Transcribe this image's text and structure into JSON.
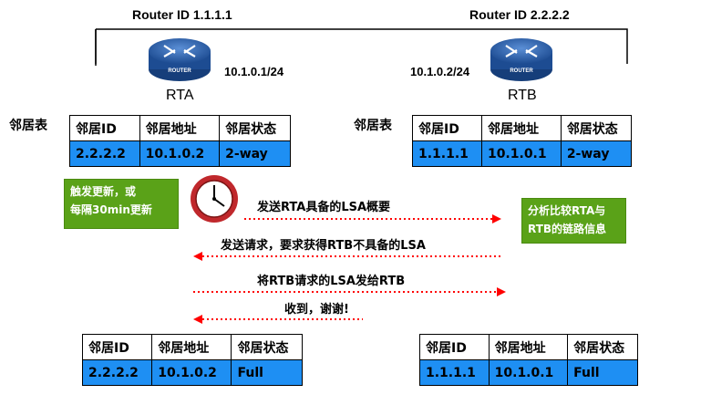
{
  "routers": [
    {
      "router_id": "Router ID 1.1.1.1",
      "name": "RTA",
      "ip": "10.1.0.1/24",
      "icon_label": "ROUTER"
    },
    {
      "router_id": "Router ID 2.2.2.2",
      "name": "RTB",
      "ip": "10.1.0.2/24",
      "icon_label": "ROUTER"
    }
  ],
  "table_label": "邻居表",
  "headers": [
    "邻居ID",
    "邻居地址",
    "邻居状态"
  ],
  "tables": {
    "rta_top": [
      "2.2.2.2",
      "10.1.0.2",
      "2-way"
    ],
    "rtb_top": [
      "1.1.1.1",
      "10.1.0.1",
      "2-way"
    ],
    "rta_bottom": [
      "2.2.2.2",
      "10.1.0.2",
      "Full"
    ],
    "rtb_bottom": [
      "1.1.1.1",
      "10.1.0.1",
      "Full"
    ]
  },
  "trigger_note": {
    "line1": "触发更新，或",
    "line2": "每隔30min更新"
  },
  "analysis_note": {
    "line1": "分析比较RTA与",
    "line2": "RTB的链路信息"
  },
  "messages": [
    "发送RTA具备的LSA概要",
    "发送请求，要求获得RTB不具备的LSA",
    "将RTB请求的LSA发给RTB",
    "收到，谢谢!"
  ],
  "colors": {
    "table_value_bg": "#1e8ff3",
    "note_bg": "#5aa218",
    "arrow": "#ff0000",
    "router": "#2a5fa8"
  }
}
